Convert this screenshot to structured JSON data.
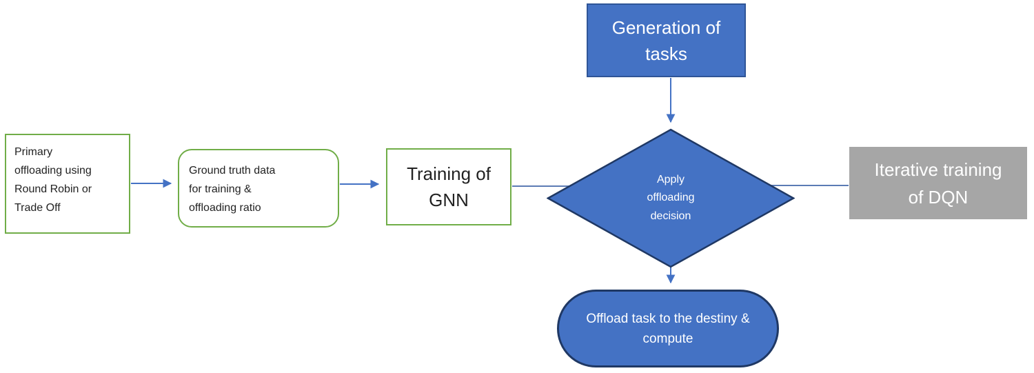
{
  "diagram": {
    "type": "flowchart",
    "nodes": {
      "primary": {
        "label": "Primary\noffloading using\nRound Robin or\nTrade Off",
        "shape": "rectangle",
        "border": "green",
        "fill": "white"
      },
      "ground_truth": {
        "label": "Ground truth data\nfor training &\noffloading ratio",
        "shape": "rounded-rectangle",
        "border": "green",
        "fill": "white"
      },
      "training_gnn": {
        "label": "Training of\nGNN",
        "shape": "rectangle",
        "border": "green",
        "fill": "white"
      },
      "generation": {
        "label": "Generation of\ntasks",
        "shape": "rectangle",
        "border": "blue",
        "fill": "blue"
      },
      "decision": {
        "label": "Apply\noffloading\ndecision",
        "shape": "diamond",
        "border": "navy",
        "fill": "blue"
      },
      "dqn": {
        "label": "Iterative training\nof DQN",
        "shape": "rectangle",
        "border": "none",
        "fill": "gray"
      },
      "offload": {
        "label": "Offload task to the destiny &\ncompute",
        "shape": "stadium",
        "border": "navy",
        "fill": "blue"
      }
    },
    "edges": [
      {
        "from": "primary",
        "to": "ground_truth",
        "arrow": true
      },
      {
        "from": "ground_truth",
        "to": "training_gnn",
        "arrow": true
      },
      {
        "from": "training_gnn",
        "to": "decision",
        "arrow": false
      },
      {
        "from": "generation",
        "to": "decision",
        "arrow": true
      },
      {
        "from": "decision",
        "to": "dqn",
        "arrow": false
      },
      {
        "from": "decision",
        "to": "offload",
        "arrow": true
      }
    ]
  },
  "colors": {
    "blue_fill": "#4472C4",
    "blue_border": "#2F5597",
    "navy_border": "#1F3864",
    "green_border": "#70AD47",
    "gray_fill": "#A6A6A6",
    "connector": "#4472C4",
    "text_dark": "#222222",
    "text_light": "#FFFFFF"
  }
}
